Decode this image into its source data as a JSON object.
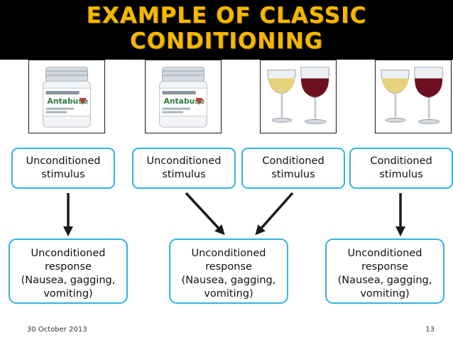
{
  "slide": {
    "title_line1": "EXAMPLE OF CLASSIC",
    "title_line2": "CONDITIONING",
    "date": "30 October 2013",
    "page_number": "13"
  },
  "images": [
    {
      "icon": "antabuse-bottle-icon",
      "label": "Antabuse"
    },
    {
      "icon": "antabuse-bottle-icon",
      "label": "Antabuse"
    },
    {
      "icon": "wine-glasses-icon"
    },
    {
      "icon": "wine-glasses-icon"
    }
  ],
  "stimuli": [
    {
      "line1": "Unconditioned",
      "line2": "stimulus"
    },
    {
      "line1": "Unconditioned",
      "line2": "stimulus"
    },
    {
      "line1": "Conditioned",
      "line2": "stimulus"
    },
    {
      "line1": "Conditioned",
      "line2": "stimulus"
    }
  ],
  "responses": [
    {
      "line1": "Unconditioned",
      "line2": "response",
      "line3": "(Nausea, gagging,",
      "line4": "vomiting)"
    },
    {
      "line1": "Unconditioned",
      "line2": "response",
      "line3": "(Nausea, gagging,",
      "line4": "vomiting)"
    },
    {
      "line1": "Unconditioned",
      "line2": "response",
      "line3": "(Nausea, gagging,",
      "line4": "vomiting)"
    }
  ],
  "colors": {
    "title": "#f5b800",
    "header_bg": "#000000",
    "box_border": "#33b3d9",
    "bottle_label": "#2d7a3a",
    "white_wine": "#e6d27a",
    "red_wine": "#6b0f1e"
  }
}
